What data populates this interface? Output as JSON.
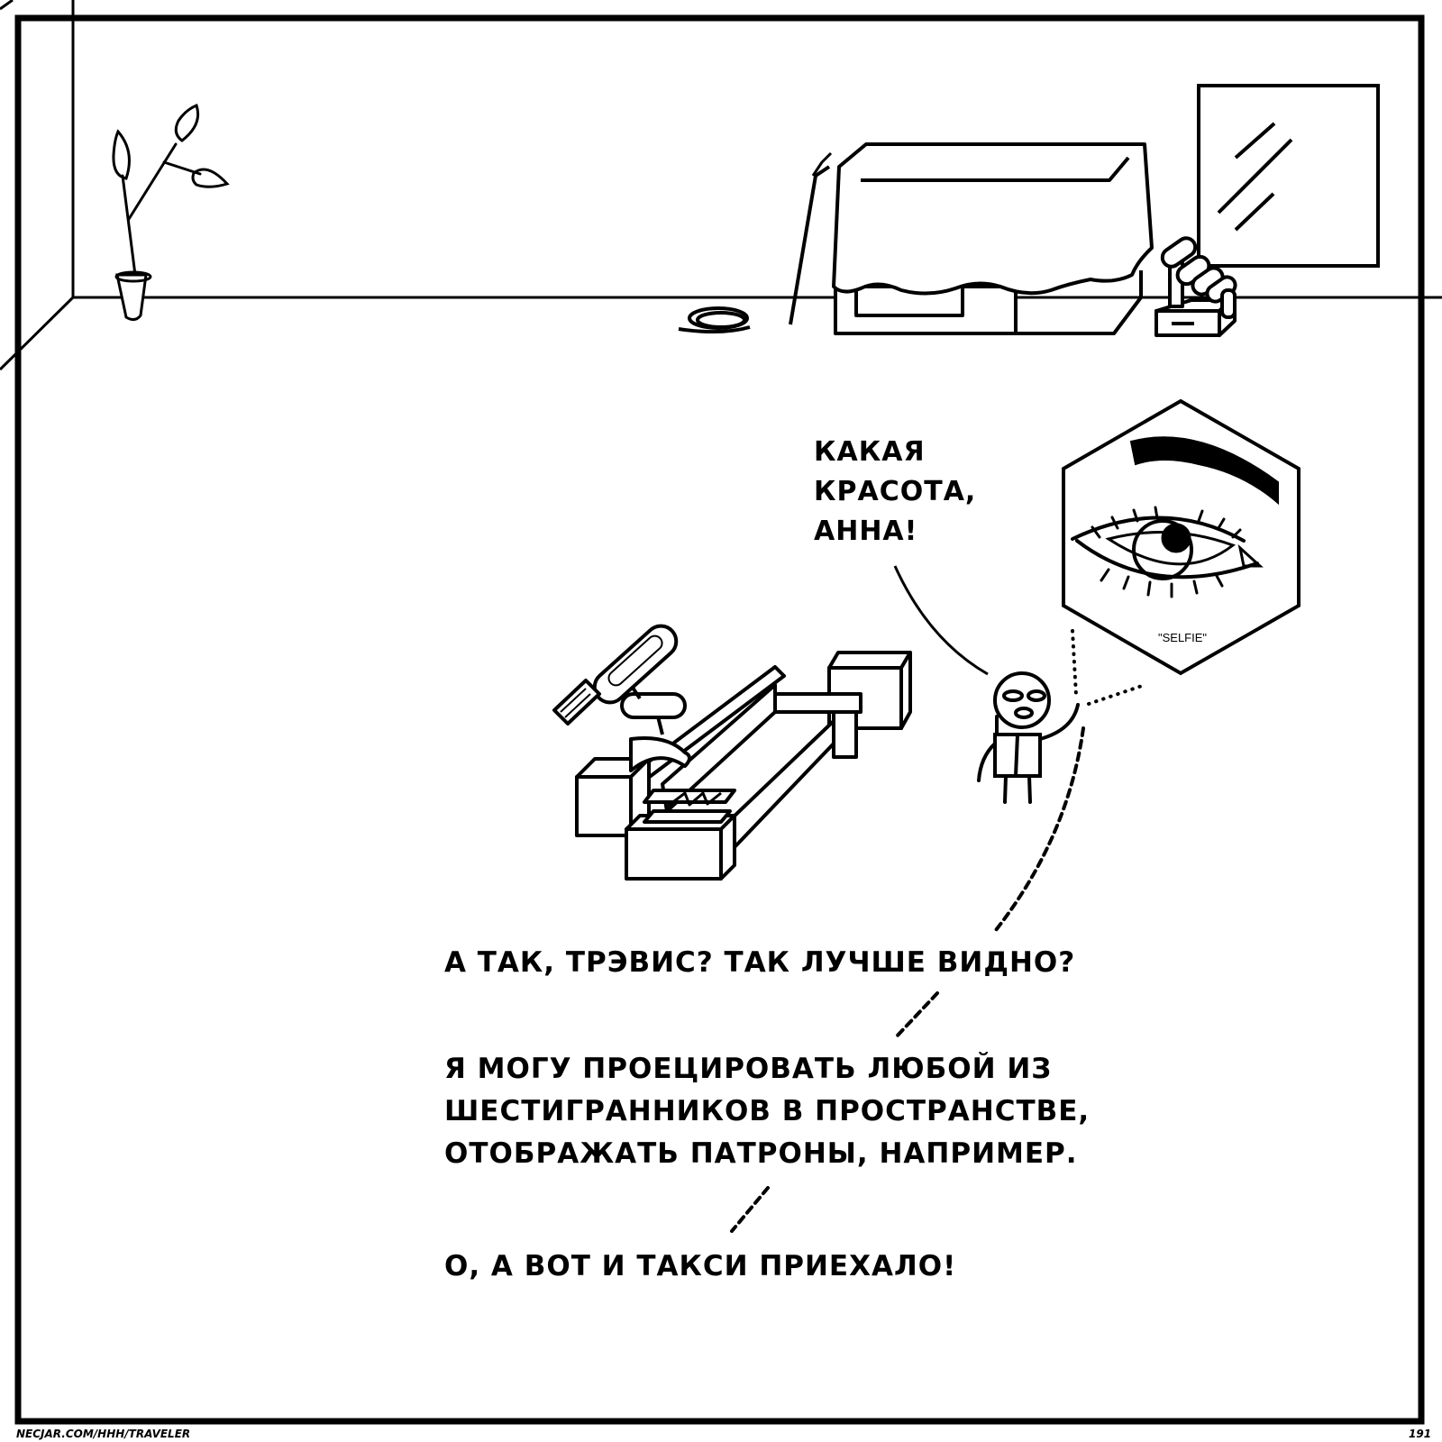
{
  "comic": {
    "page_number": "191",
    "footer_url": "NECJAR.COM/HHH/TRAVELER",
    "palette": {
      "ink": "#000000",
      "paper": "#ffffff"
    }
  },
  "dialogue": {
    "anna_speech": [
      "КАКАЯ",
      "КРАСОТА,",
      "АННА!"
    ],
    "narration": [
      [
        "А ТАК, ТРЭВИС? ТАК ЛУЧШЕ ВИДНО?"
      ],
      [
        "Я МОГУ ПРОЕЦИРОВАТЬ ЛЮБОЙ ИЗ",
        "ШЕСТИГРАННИКОВ В ПРОСТРАНСТВЕ,",
        "ОТОБРАЖАТЬ ПАТРОНЫ, НАПРИМЕР."
      ],
      [
        "О, А ВОТ И ТАКСИ ПРИЕХАЛО!"
      ]
    ]
  },
  "hologram": {
    "shape": "hexagon",
    "content": "eye-illustration",
    "caption": "\"SELFIE\""
  },
  "scene_objects": [
    "potted-plant",
    "covered-machine",
    "coiled-cable",
    "framed-mirror",
    "robot-hand-on-box",
    "robotic-arm-workstation",
    "stick-figure-anna",
    "hexagon-hologram"
  ],
  "text_joined": {
    "anna": "КАКАЯ\nКРАСОТА,\nАННА!",
    "n1": "А ТАК, ТРЭВИС? ТАК ЛУЧШЕ ВИДНО?",
    "n2": "Я МОГУ ПРОЕЦИРОВАТЬ ЛЮБОЙ ИЗ\nШЕСТИГРАННИКОВ В ПРОСТРАНСТВЕ,\nОТОБРАЖАТЬ ПАТРОНЫ, НАПРИМЕР.",
    "n3": "О, А ВОТ И ТАКСИ ПРИЕХАЛО!"
  }
}
